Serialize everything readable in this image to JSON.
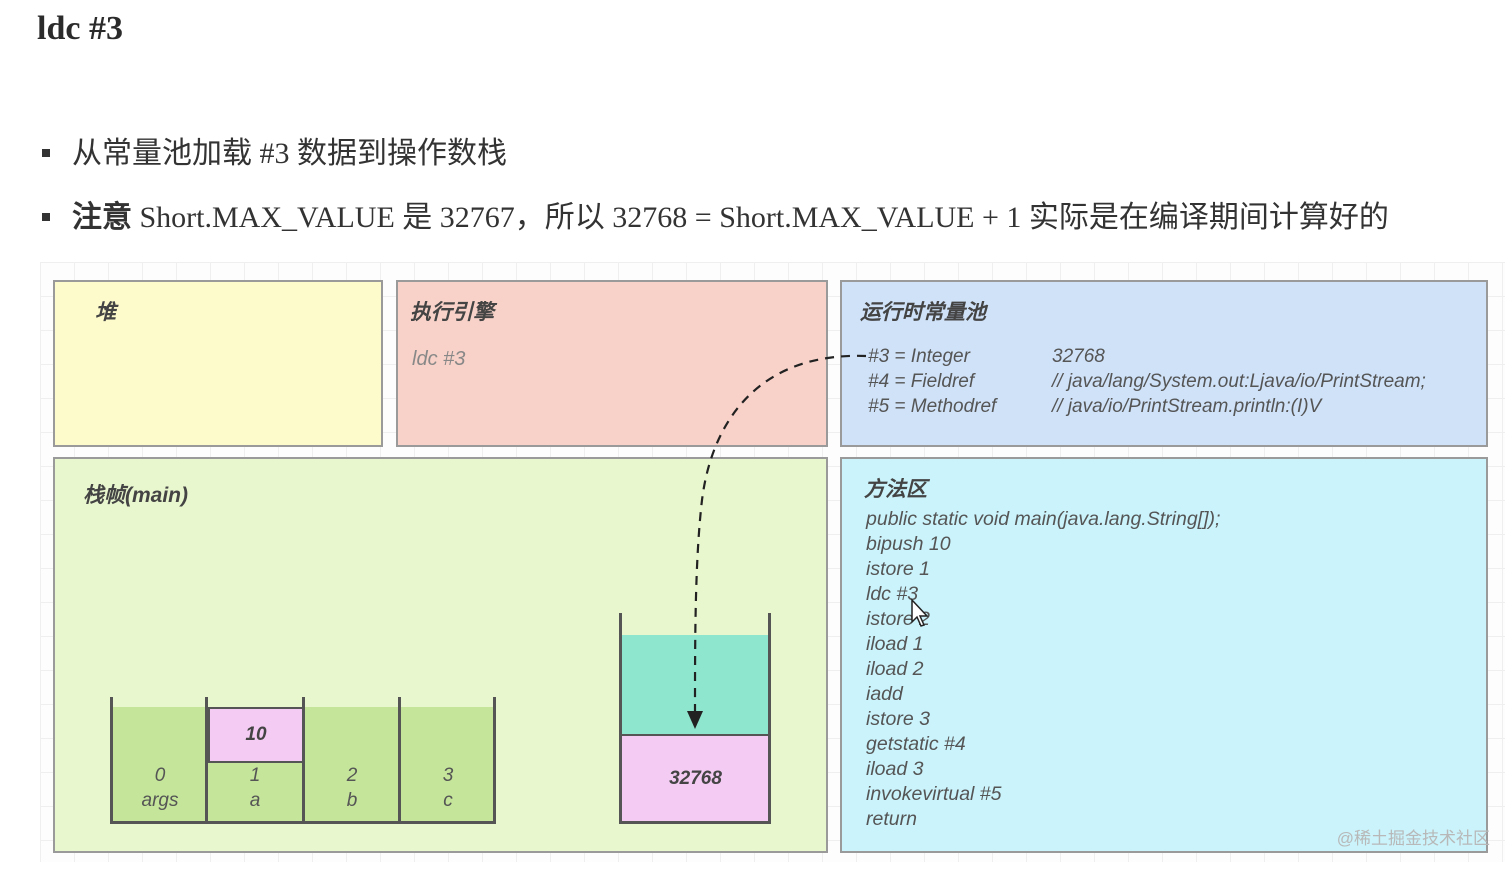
{
  "title": "ldc #3",
  "bullets": {
    "line1": "从常量池加载 #3 数据到操作数栈",
    "line2_bold": "注意",
    "line2_rest": " Short.MAX_VALUE 是 32767，所以 32768 = Short.MAX_VALUE + 1 实际是在编译期间计算好的"
  },
  "heap": {
    "title": "堆"
  },
  "engine": {
    "title": "执行引擎",
    "instruction": "ldc #3"
  },
  "pool": {
    "title": "运行时常量池",
    "rows": [
      {
        "key": "#3 = Integer",
        "value": "32768"
      },
      {
        "key": "#4 = Fieldref",
        "value": "// java/lang/System.out:Ljava/io/PrintStream;"
      },
      {
        "key": "#5 = Methodref",
        "value": "// java/io/PrintStream.println:(I)V"
      }
    ]
  },
  "frame": {
    "title": "栈帧(main)",
    "slots": [
      {
        "index": "0",
        "name": "args"
      },
      {
        "index": "1",
        "name": "a"
      },
      {
        "index": "2",
        "name": "b"
      },
      {
        "index": "3",
        "name": "c"
      }
    ],
    "slot1_value": "10",
    "stack_top": "32768"
  },
  "method": {
    "title": "方法区",
    "code": [
      "public static void main(java.lang.String[]);",
      "bipush 10",
      "istore 1",
      "ldc #3",
      "istore 2",
      "iload 1",
      "iload 2",
      "iadd",
      "istore 3",
      "getstatic #4",
      "iload 3",
      "invokevirtual #5",
      "return"
    ]
  },
  "watermark": "@稀土掘金技术社区",
  "colors": {
    "heap": "#fdfbcb",
    "engine": "#f8d2c8",
    "pool": "#cfe2f8",
    "frame": "#e9f7cf",
    "method": "#caf3fb",
    "value_cell": "#f4ccf3",
    "stack_empty": "#8fe6cf"
  },
  "icons": {
    "cursor": "mouse-pointer-icon"
  }
}
